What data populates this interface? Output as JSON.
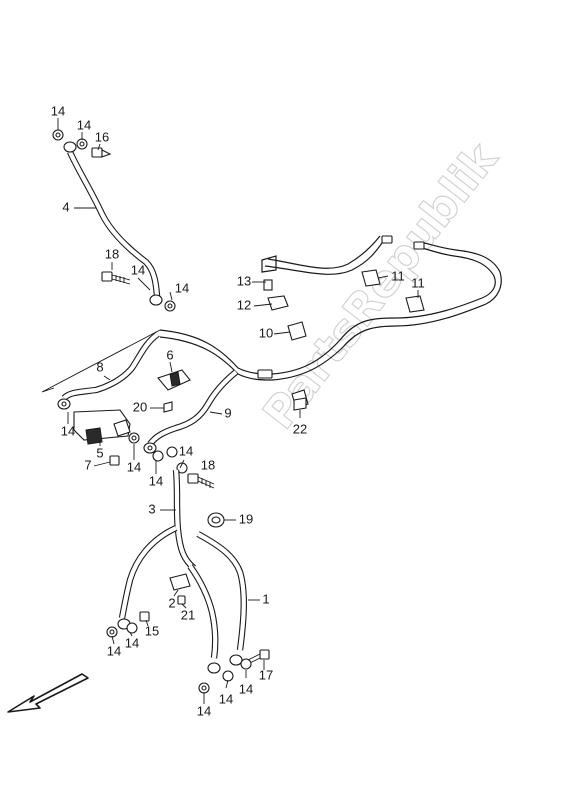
{
  "watermark": "PartsRepublik",
  "callouts": [
    {
      "id": "c14a",
      "label": "14"
    },
    {
      "id": "c14b",
      "label": "14"
    },
    {
      "id": "c16",
      "label": "16"
    },
    {
      "id": "c4",
      "label": "4"
    },
    {
      "id": "c18a",
      "label": "18"
    },
    {
      "id": "c14c",
      "label": "14"
    },
    {
      "id": "c14d",
      "label": "14"
    },
    {
      "id": "c13",
      "label": "13"
    },
    {
      "id": "c11a",
      "label": "11"
    },
    {
      "id": "c11b",
      "label": "11"
    },
    {
      "id": "c12",
      "label": "12"
    },
    {
      "id": "c10",
      "label": "10"
    },
    {
      "id": "c8",
      "label": "8"
    },
    {
      "id": "c6",
      "label": "6"
    },
    {
      "id": "c20",
      "label": "20"
    },
    {
      "id": "c9",
      "label": "9"
    },
    {
      "id": "c22",
      "label": "22"
    },
    {
      "id": "c14e",
      "label": "14"
    },
    {
      "id": "c5",
      "label": "5"
    },
    {
      "id": "c7",
      "label": "7"
    },
    {
      "id": "c14f",
      "label": "14"
    },
    {
      "id": "c14g",
      "label": "14"
    },
    {
      "id": "c14h",
      "label": "14"
    },
    {
      "id": "c18b",
      "label": "18"
    },
    {
      "id": "c3",
      "label": "3"
    },
    {
      "id": "c19",
      "label": "19"
    },
    {
      "id": "c2",
      "label": "2"
    },
    {
      "id": "c21",
      "label": "21"
    },
    {
      "id": "c1",
      "label": "1"
    },
    {
      "id": "c15",
      "label": "15"
    },
    {
      "id": "c14i",
      "label": "14"
    },
    {
      "id": "c14j",
      "label": "14"
    },
    {
      "id": "c17",
      "label": "17"
    },
    {
      "id": "c14k",
      "label": "14"
    },
    {
      "id": "c14l",
      "label": "14"
    },
    {
      "id": "c14m",
      "label": "14"
    }
  ],
  "icons": {
    "direction_arrow": "front-direction-arrow-icon"
  }
}
